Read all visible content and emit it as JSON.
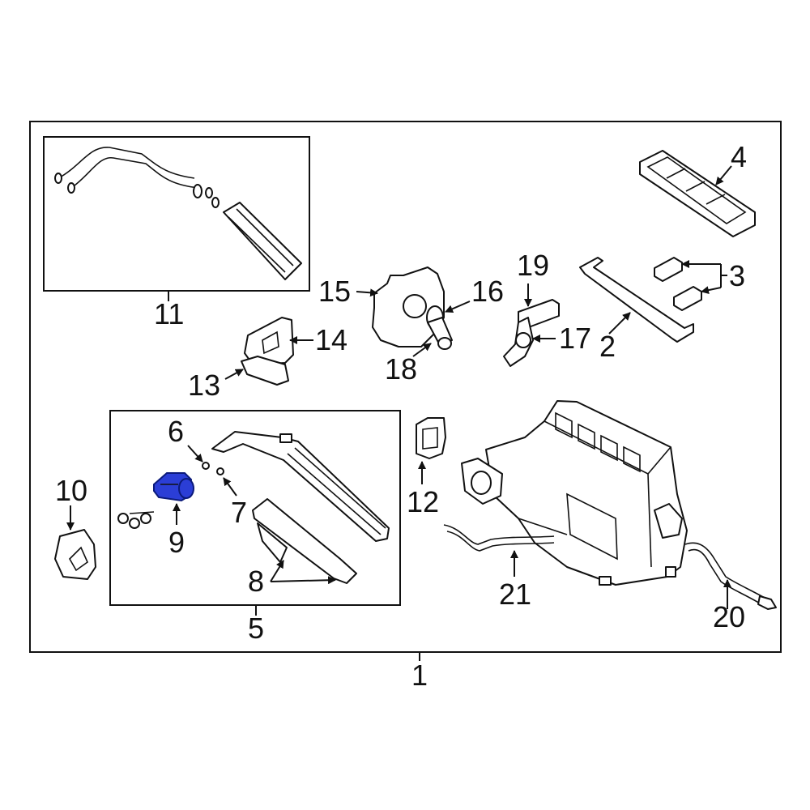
{
  "diagram": {
    "highlight_color": "#2b3ed6",
    "callouts": [
      {
        "id": "1",
        "label": "1"
      },
      {
        "id": "2",
        "label": "2"
      },
      {
        "id": "3",
        "label": "3"
      },
      {
        "id": "4",
        "label": "4"
      },
      {
        "id": "5",
        "label": "5"
      },
      {
        "id": "6",
        "label": "6"
      },
      {
        "id": "7",
        "label": "7"
      },
      {
        "id": "8",
        "label": "8"
      },
      {
        "id": "9",
        "label": "9"
      },
      {
        "id": "10",
        "label": "10"
      },
      {
        "id": "11",
        "label": "11"
      },
      {
        "id": "12",
        "label": "12"
      },
      {
        "id": "13",
        "label": "13"
      },
      {
        "id": "14",
        "label": "14"
      },
      {
        "id": "15",
        "label": "15"
      },
      {
        "id": "16",
        "label": "16"
      },
      {
        "id": "17",
        "label": "17"
      },
      {
        "id": "18",
        "label": "18"
      },
      {
        "id": "19",
        "label": "19"
      },
      {
        "id": "20",
        "label": "20"
      },
      {
        "id": "21",
        "label": "21"
      }
    ]
  }
}
